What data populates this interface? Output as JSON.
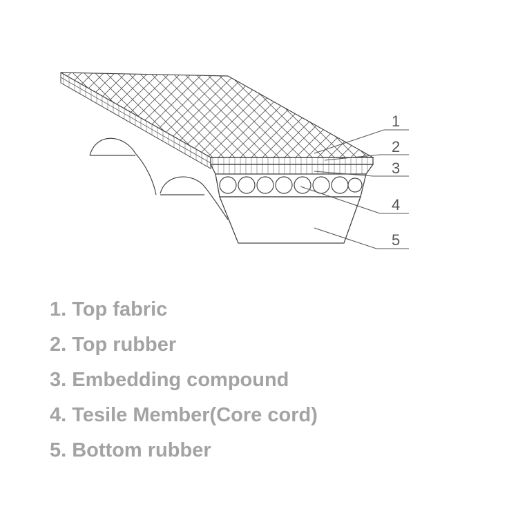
{
  "diagram": {
    "callouts": [
      "1",
      "2",
      "3",
      "4",
      "5"
    ]
  },
  "legend": [
    "1. Top fabric",
    "2. Top rubber",
    "3. Embedding compound",
    "4. Tesile Member(Core cord)",
    "5. Bottom rubber"
  ],
  "colors": {
    "line": "#444444",
    "legend_text": "#a3a3a3",
    "background": "#ffffff"
  }
}
